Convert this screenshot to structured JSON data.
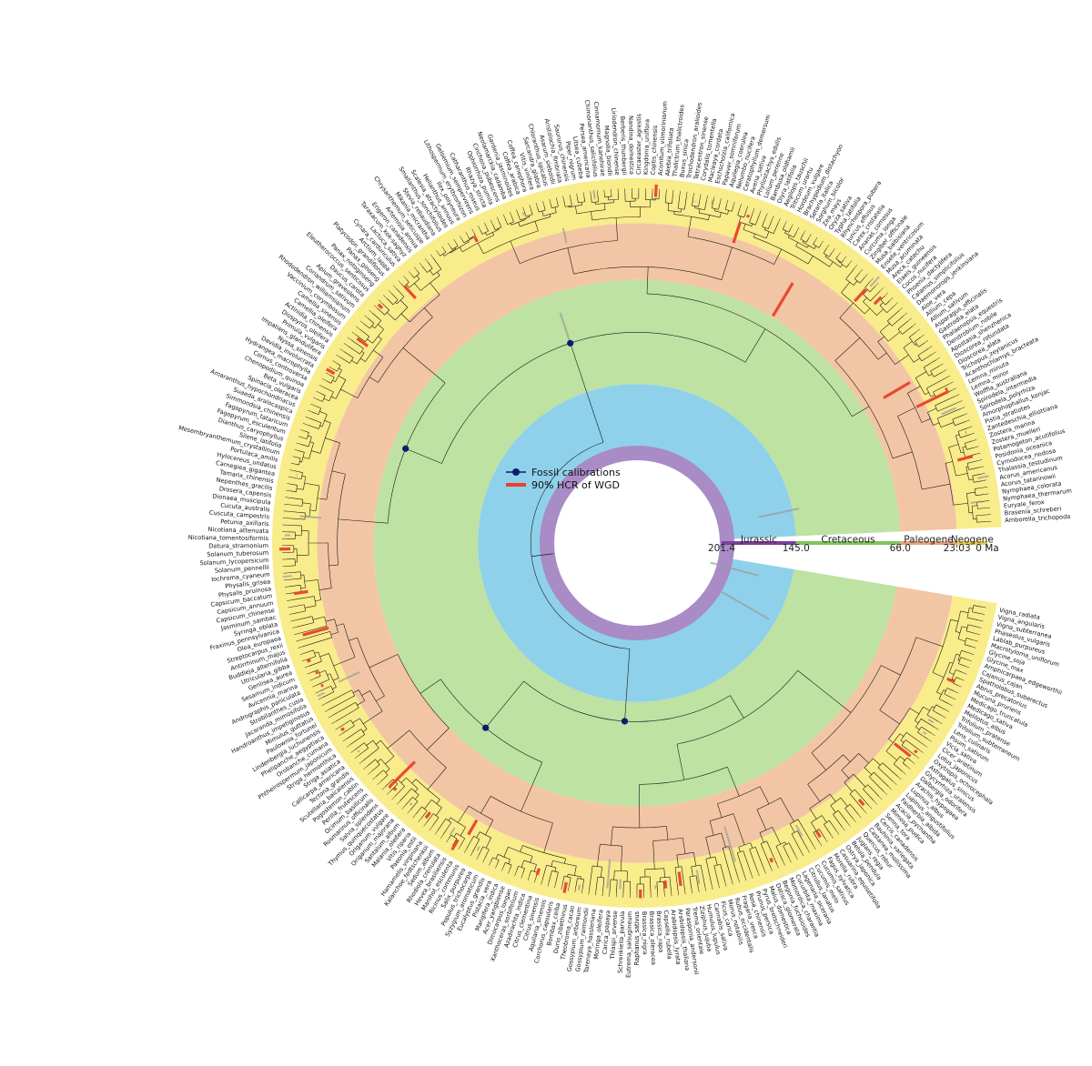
{
  "legend": {
    "fossil_label": "Fossil calibrations",
    "wgd_label": "90% HCR of WGD",
    "fossil_color": "#0b1d6b",
    "wgd_color": "#e8412c"
  },
  "periods": [
    {
      "name": "Jurassic",
      "color": "#8fd1ea",
      "start": 201.4,
      "end": 145.0
    },
    {
      "name": "Cretaceous",
      "color": "#bde2a2",
      "start": 145.0,
      "end": 66.0
    },
    {
      "name": "Paleogene",
      "color": "#f2c6a4",
      "start": 66.0,
      "end": 23.03
    },
    {
      "name": "Neogene",
      "color": "#f9ec8a",
      "start": 23.03,
      "end": 0
    }
  ],
  "core_color": "#a98bc6",
  "axis_bar_colors": [
    "#7a3e9d",
    "#7fc45a",
    "#e8a27a",
    "#e6c94a"
  ],
  "axis_ticks": [
    "201.4",
    "145.0",
    "66.0",
    "23.03",
    "0 Ma"
  ],
  "taxa_top": [
    "Amborella_trichopoda",
    "Brasenia_schreberi",
    "Euryale_ferox",
    "Nymphaea_thermarum",
    "Nymphaea_colorata",
    "Acorus_tatarinowii",
    "Acorus_americanus",
    "Thalassia_testudinum",
    "Cymodocea_nodosa",
    "Posidonia_oceanica",
    "Potamogeton_acutifolius",
    "Zostera_muelleri",
    "Zostera_marina",
    "Zantedeschia_elliottiana",
    "Pistia_stratiotes",
    "Amorphophallus_konjac",
    "Spirodela_polyrhiza",
    "Spirodela_intermedia",
    "Wolffia_australiana",
    "Lemna_minor",
    "Lemna_minuta",
    "Acanthochlamys_bracteata",
    "Trichopus_zeylanicus",
    "Dioscorea_alata",
    "Dioscorea_rotundata",
    "Apostasia_shenzhenica",
    "Dendrobium_nobile",
    "Phalaenopsis_equestris",
    "Gastrodia_elata",
    "Asparagus_officinalis",
    "Allium_sativum",
    "Allium_cepa",
    "Aloe_vera",
    "Daemonorops_jenkinsiana",
    "Calamus_simplicifolius",
    "Phoenix_dactylifera",
    "Cocos_nucifera",
    "Elaeis_guineensis",
    "Areca_catechu",
    "Musa_acuminata",
    "Ensete_ventricosum",
    "Musa_balbisiana",
    "Zingiber_officinale",
    "Curcuma_longa",
    "Ananas_comosus",
    "Carex_cristatella",
    "Juncus_effusus",
    "Rhynchospora_pubera",
    "Typha_latifolia",
    "Oryza_sativa",
    "Zea_mays",
    "Sorghum_bicolor",
    "Setaria_italica",
    "Brachypodium_distachyon",
    "Hordeum_vulgare",
    "Triticum_urartu",
    "Aegilops_tauschii",
    "Olyra_latifolia",
    "Bambusa_oldhamii",
    "Lolium_perenne",
    "Phyllostachys_edulis",
    "Avena_sativa",
    "Ceratophyllum_demersum",
    "Nelumbo_nucifera",
    "Aquilegia_coerulea",
    "Papaver_somniferum",
    "Eschscholzia_californica",
    "Macleaya_cordata",
    "Corydalis_tomentella",
    "Tetracentron_sinense",
    "Trochodendron_aralioides",
    "Buxus_sinica",
    "Thalictrum_thalictroides",
    "Akebia_trifoliata",
    "Aconitum_vilmorinianum",
    "Coptis_chinensis",
    "Kingdonia_uniflora",
    "Circaeaster_agrestis",
    "Nandina_domestica",
    "Berberis_thunbergii",
    "Liriodendron_chinense",
    "Magnolia_biondii",
    "Cinnamomum_kanehirae",
    "Chimonanthus_salicifolius",
    "Persea_americana",
    "Litsea_cubeba",
    "Piper_nigrum",
    "Saururus_chinensis",
    "Aristolochia_fimbriata",
    "Asarum_sieboldii",
    "Chloranthus_spicatus",
    "Sarcandra_glabra",
    "Vitis_vinifera"
  ],
  "taxa_bottom": [
    "Vigna_radiata",
    "Vigna_angularis",
    "Vigna_subterranea",
    "Phaseolus_vulgaris",
    "Lablab_purpureus",
    "Macrotyloma_uniflorum",
    "Glycine_soja",
    "Glycine_max",
    "Amphicarpaea_edgeworthii",
    "Cajanus_cajan",
    "Spatholobus_suberectus",
    "Abrus_precatorius",
    "Mucuna_pruriens",
    "Medicago_truncatula",
    "Medicago_sativa",
    "Melilotus_albus",
    "Trifolium_pratense",
    "Trifolium_subterraneum",
    "Lens_culinaris",
    "Pisum_sativum",
    "Vicia_sativa",
    "Cicer_arietinum",
    "Lotus_japonicus",
    "Oxytropis_ochrocephala",
    "Astragalus_sinicus",
    "Glycyrrhiza_uralensis",
    "Dalbergia_odorifera",
    "Arachis_hypogaea",
    "Lupinus_albus",
    "Lupinus_angustifolius",
    "Faidherbia_albida",
    "Acacia_pycnantha",
    "Mimosa_pudica",
    "Senna_tora",
    "Cercis_canadensis",
    "Bauhinia_variegata",
    "Castanea_mollissima",
    "Quercus_robur",
    "Juglans_regia",
    "Betula_pendula",
    "Ostrya_japonica",
    "Casuarina_equisetifolia",
    "Morella_rubra",
    "Fagus_sylvatica",
    "Cucumis_sativus",
    "Cucumis_melo",
    "Citrullus_lanatus",
    "Lagenaria_siceraria",
    "Cucurbita_maxima",
    "Momordica_charantia",
    "Begonia_fuchsioides",
    "Datisca_glomerata",
    "Malus_domestica",
    "Pyrus_bretschneideri",
    "Prunus_persica",
    "Rosa_chinensis",
    "Fragaria_vesca",
    "Rubus_occidentalis",
    "Morus_notabilis",
    "Ficus_carica",
    "Cannabis_sativa",
    "Humulus_lupulus",
    "Ziziphus_jujuba",
    "Trema_orientale",
    "Parasponia_andersonii",
    "Arabidopsis_thaliana",
    "Arabidopsis_lyrata",
    "Capsella_rubella",
    "Brassica_rapa",
    "Brassica_oleracea",
    "Brassica_nigra",
    "Raphanus_sativus",
    "Eutrema_salsugineum",
    "Schrenkiella_parvula",
    "Thlaspi_arvense",
    "Carica_papaya",
    "Moringa_oleifera",
    "Tarenaya_hassleriana",
    "Gossypium_raimondii",
    "Gossypium_arboreum",
    "Theobroma_cacao",
    "Durio_zibethinus",
    "Bombax_ceiba",
    "Corchorus_capsularis",
    "Aquilaria_sinensis",
    "Citrus_sinensis",
    "Citrus_clementina",
    "Azadirachta_indica",
    "Xanthoceras_sorbifolium",
    "Dimocarpus_longan",
    "Acer_yangbiense",
    "Mangifera_indica",
    "Pistacia_vera",
    "Eucalyptus_grandis",
    "Syzygium_aromaticum",
    "Populus_trichocarpa",
    "Salix_purpurea",
    "Ricinus_communis",
    "Manihot_esculenta",
    "Hevea_brasiliensis"
  ],
  "taxa_left": [
    "Cucuta_australis",
    "Cuscuta_campestris",
    "Petunia_axillaris",
    "Nicotiana_attenuata",
    "Nicotiana_tomentosiformis",
    "Datura_stramonium",
    "Solanum_tuberosum",
    "Solanum_lycopersicum",
    "Solanum_pennellii",
    "Iochroma_cyaneum",
    "Physalis_grisea",
    "Physalis_pruinosa",
    "Capsicum_baccatum",
    "Capsicum_annuum",
    "Capsicum_chinense",
    "Jasminum_sambac",
    "Syringa_oblata",
    "Fraxinus_pennsylvanica",
    "Olea_europaea",
    "Streptocarpus_rexii",
    "Antirrhinum_majus",
    "Buddleja_alternifolia",
    "Utricularia_gibba",
    "Genlisea_aurea",
    "Sesamum_indicum",
    "Avicennia_marina",
    "Andrographis_paniculata",
    "Strobilanthes_cusia",
    "Jacaranda_mimosifolia",
    "Handroanthus_impetiginosus",
    "Mimulus_guttatus",
    "Paulownia_fortunei",
    "Lindenbergia_luchunensis",
    "Phelipanche_aegyptiaca",
    "Orobanche_cumana",
    "Phtheirospermum_japonicum",
    "Striga_hermonthica",
    "Striga_asiatica",
    "Callicarpa_americana",
    "Tectona_grandis",
    "Scutellaria_baicalensis",
    "Pogostemon_cablin",
    "Perilla_frutescens",
    "Ocimum_basilicum",
    "Rosmarinus_officinalis",
    "Salvia_splendens",
    "Thymus_quinquecostatus",
    "Origanum_vulgare",
    "Origanum_majorana",
    "Santalum_album",
    "Malania_oleifera",
    "Vitis_riparia",
    "Paeonia_ostii",
    "Hamamelis_virginiana",
    "Kalanchoe_fedtschenkoi",
    "Sedum_album",
    "Rhodiola_crenulata"
  ],
  "taxa_upper_left": [
    "Coffea_canephora",
    "Coffea_arabica",
    "Gardenia_jasminoides",
    "Neolamarckia_cadamba",
    "Cinchona_pubescens",
    "Ophiorrhiza_pumila",
    "Rhazya_stricta",
    "Catharanthus_roseus",
    "Gelsemium_sempervirens",
    "Lithospermum_erythrorhizon",
    "Ilex_polyneura",
    "Helianthus_annuus",
    "Scalesia_atractyloides",
    "Smallanthus_sonchifolius",
    "Stevia_rebaudiana",
    "Mikania_micrantha",
    "Chrysanthemum_seticuspe",
    "Artemisia_annua",
    "Erigeron_canadensis",
    "Taraxacum_kok-saghyz",
    "Lactuca_sativa",
    "Cynara_cardunculus",
    "Arctium_lappa",
    "Platycodon_grandiflorus",
    "Panax_ginseng",
    "Panax_notoginseng",
    "Eleutherococcus_senticosus",
    "Daucus_carota",
    "Apium_graveolens",
    "Coriandrum_sativum",
    "Rhododendron_williamsianum",
    "Vaccinium_corymbosum",
    "Camellia_sinensis",
    "Camellia_oleifera",
    "Actinidia_chinensis",
    "Diospyros_oleifera",
    "Primula_vulgaris",
    "Impatiens_glandulifera",
    "Nyssa_sinensis",
    "Davidia_involucrata",
    "Hydrangea_macrophylla",
    "Cornus_controversa",
    "Chenopodium_quinoa",
    "Beta_vulgaris",
    "Spinacia_oleracea",
    "Amaranthus_hypochondriacus",
    "Suaeda_aralocaspica",
    "Simmondsia_chinensis",
    "Fagopyrum_tataricum",
    "Fagopyrum_esculentum",
    "Dianthus_caryophyllus",
    "Silene_latifolia",
    "Mesembryanthemum_crystallinum",
    "Portulaca_amilis",
    "Hylocereus_undatus",
    "Carnegiea_gigantea",
    "Tamarix_chinensis",
    "Nepenthes_gracilis",
    "Drosera_capensis",
    "Dionaea_muscipula"
  ]
}
